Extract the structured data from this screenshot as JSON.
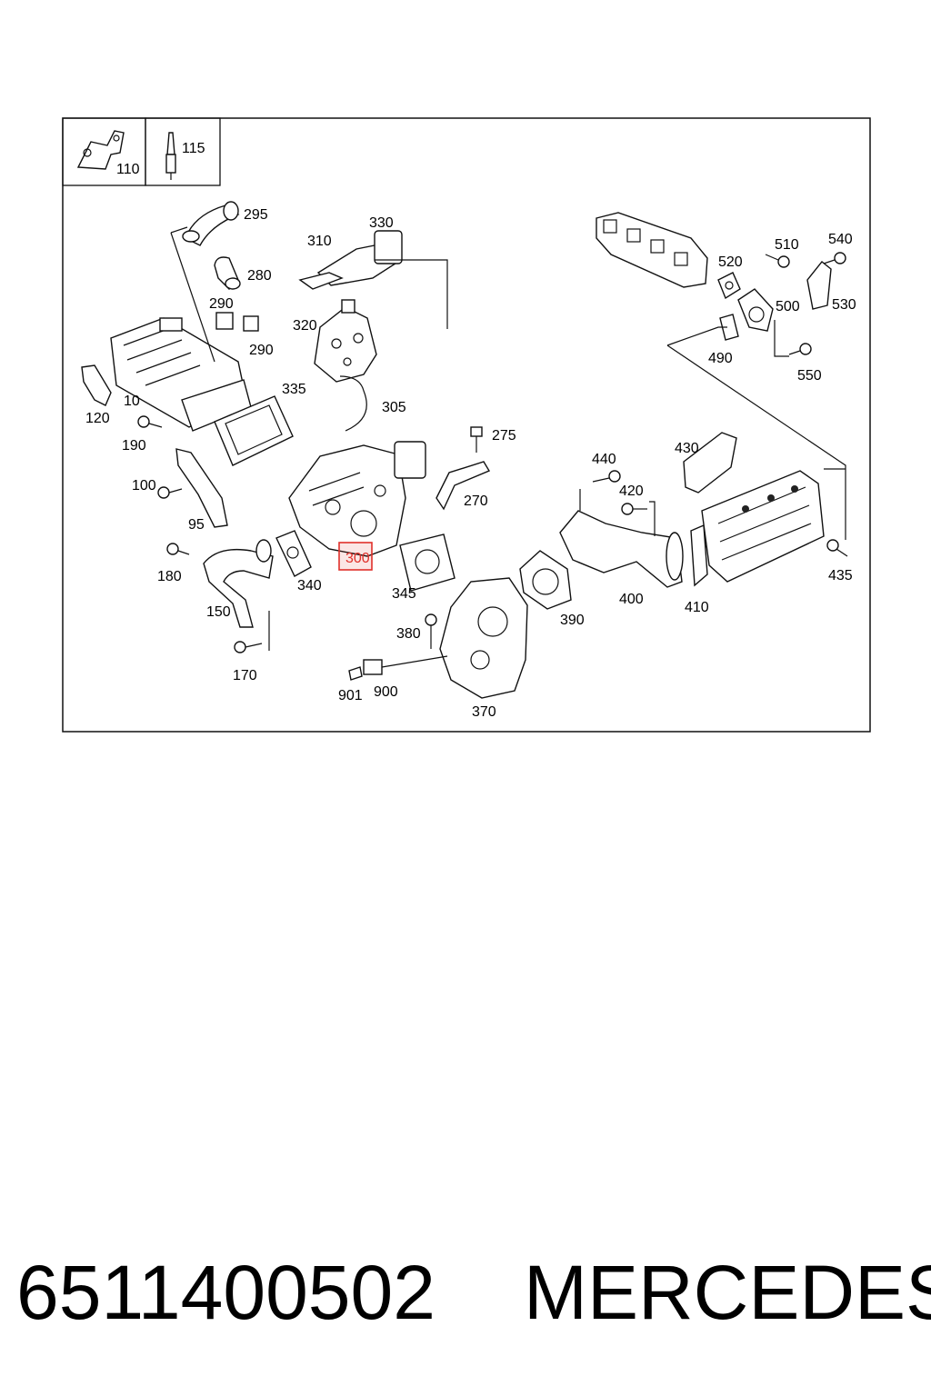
{
  "diagram": {
    "labels": {
      "l110": "110",
      "l115": "115",
      "l295": "295",
      "l330": "330",
      "l310": "310",
      "l280": "280",
      "l290a": "290",
      "l290b": "290",
      "l320": "320",
      "l10": "10",
      "l120": "120",
      "l190": "190",
      "l335": "335",
      "l305": "305",
      "l100": "100",
      "l95": "95",
      "l275": "275",
      "l270": "270",
      "l180": "180",
      "l150": "150",
      "l340": "340",
      "l300": "300",
      "l345": "345",
      "l170": "170",
      "l380": "380",
      "l901": "901",
      "l900": "900",
      "l370": "370",
      "l390": "390",
      "l400": "400",
      "l410": "410",
      "l440": "440",
      "l420": "420",
      "l430": "430",
      "l435": "435",
      "l510": "510",
      "l540": "540",
      "l520": "520",
      "l500": "500",
      "l530": "530",
      "l490": "490",
      "l550": "550"
    },
    "highlighted_part": "300",
    "highlight_color": "#e0302a"
  },
  "footer": {
    "part_number": "6511400502",
    "brand": "MERCEDES"
  }
}
